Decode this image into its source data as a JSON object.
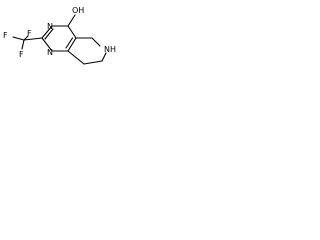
{
  "molecule": {
    "labels": {
      "oh": "OH",
      "f_left": "F",
      "f_right": "F",
      "f_bottom": "F",
      "n_ring_upper": "N",
      "n_ring_lower": "N",
      "nh": "N",
      "nh_h": "H"
    }
  }
}
